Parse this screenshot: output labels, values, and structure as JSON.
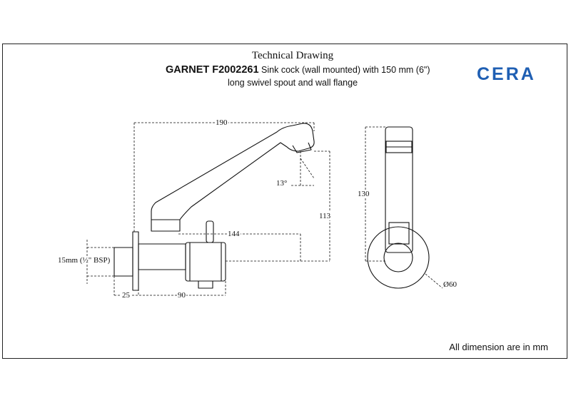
{
  "header": {
    "title": "Technical Drawing",
    "model_code": "GARNET F2002261",
    "description_line1": "Sink cock (wall mounted) with 150 mm (6\")",
    "description_line2": "long swivel spout and wall flange"
  },
  "brand": {
    "name": "CERA",
    "color": "#1f5fb3"
  },
  "dimensions": {
    "overall_length": "190",
    "spout_angle": "13°",
    "height_side": "113",
    "spout_reach": "144",
    "connection": "15mm (½\" BSP)",
    "flange_depth": "25",
    "body_length": "90",
    "front_height": "130",
    "flange_diameter": "Ø60"
  },
  "footnote": "All dimension are in mm"
}
